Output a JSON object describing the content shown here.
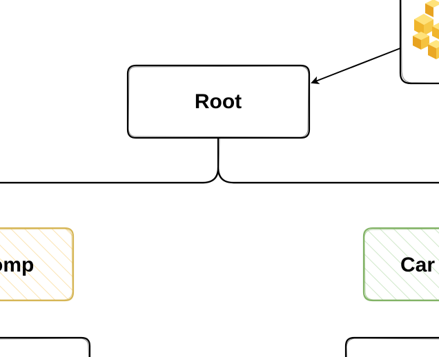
{
  "diagram": {
    "root": {
      "label": "Root"
    },
    "children": [
      {
        "label": "omp",
        "color": "#d6b656",
        "fill": "#fff2cc"
      },
      {
        "label": "Car",
        "color": "#82b366",
        "fill": "#d5e8d4"
      }
    ],
    "stroke_color": "#000000",
    "image_icon": "cube-cluster-icon"
  }
}
